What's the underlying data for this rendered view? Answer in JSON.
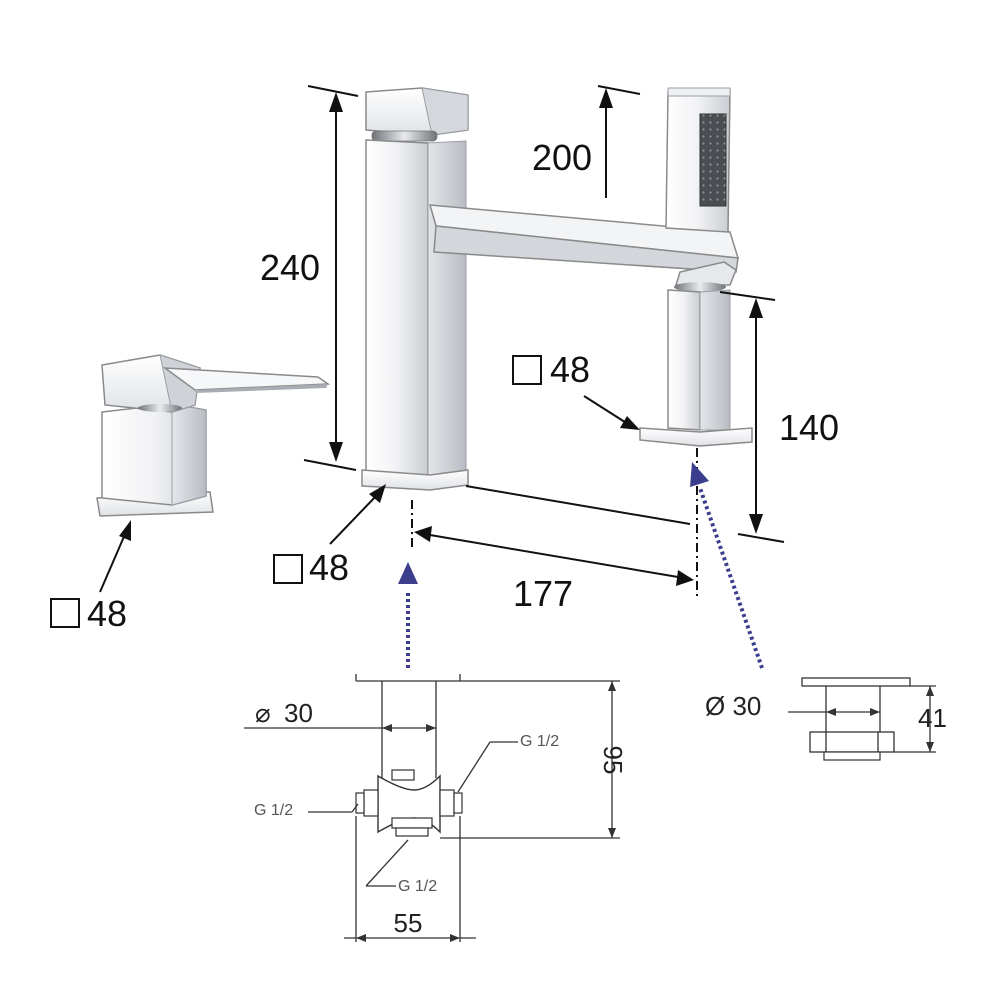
{
  "labels": {
    "pillar_height": "240",
    "handshower_height": "200",
    "handshower_holder_height": "140",
    "center_distance": "177",
    "mixer_base_square": "48",
    "spout_base_square": "48",
    "holder_base_square": "48",
    "square_symbol": "□",
    "pipe_diameter": "30",
    "diameter_symbol_left": "⌀",
    "holder_diameter": "Ø 30",
    "body_height": "95",
    "body_width": "55",
    "holder_height": "41",
    "thread_left": "G 1/2",
    "thread_right": "G 1/2",
    "thread_bottom": "G 1/2"
  },
  "colors": {
    "chrome_light": "#f4f5f7",
    "chrome_mid": "#d9dce0",
    "chrome_dark": "#9a9ea4",
    "arrow_blue": "#3a3e8c",
    "spray_face": "#4a4d52"
  },
  "icons": [
    "square-symbol",
    "diameter-symbol",
    "arrow-up-dotted"
  ]
}
